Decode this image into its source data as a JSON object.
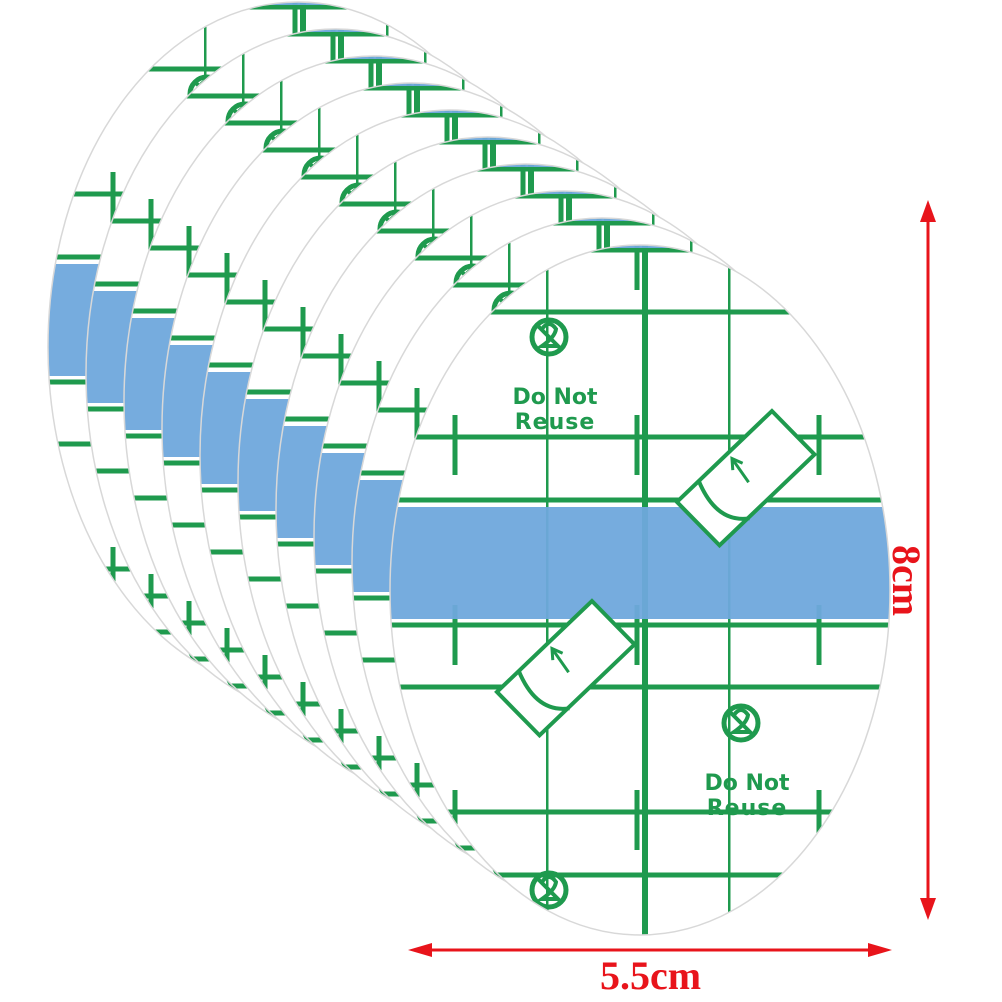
{
  "product": {
    "sticker_count": 10,
    "print_text_line1": "Do Not",
    "print_text_line2": "Reuse",
    "icon": "no-reuse-2-icon"
  },
  "dimensions": {
    "width_label": "5.5cm",
    "height_label": "8cm"
  },
  "colors": {
    "grid": "#1f9a4e",
    "band": "#6fa8dc",
    "arrow": "#e8141b"
  }
}
